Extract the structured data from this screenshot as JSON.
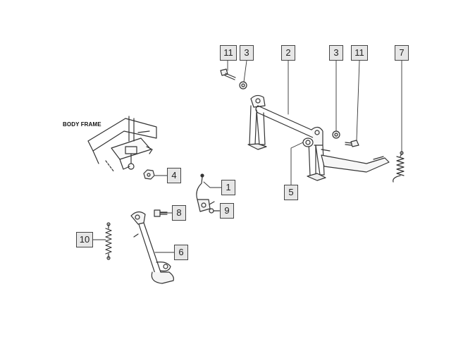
{
  "labels": {
    "body_frame": "BODY FRAME"
  },
  "callouts": {
    "c1": "1",
    "c2": "2",
    "c3a": "3",
    "c3b": "3",
    "c4": "4",
    "c5": "5",
    "c6": "6",
    "c7": "7",
    "c8": "8",
    "c9": "9",
    "c10": "10",
    "c11a": "11",
    "c11b": "11"
  },
  "parts": [
    {
      "callout": "1",
      "icon": "side-stand-switch-icon"
    },
    {
      "callout": "2",
      "icon": "main-stand-icon"
    },
    {
      "callout": "3",
      "icon": "washer-icon"
    },
    {
      "callout": "4",
      "icon": "nut-icon"
    },
    {
      "callout": "5",
      "icon": "stand-pivot-collar-icon"
    },
    {
      "callout": "6",
      "icon": "side-stand-icon"
    },
    {
      "callout": "7",
      "icon": "spring-icon"
    },
    {
      "callout": "8",
      "icon": "bolt-icon"
    },
    {
      "callout": "9",
      "icon": "screw-icon"
    },
    {
      "callout": "10",
      "icon": "spring-icon"
    },
    {
      "callout": "11",
      "icon": "bolt-icon"
    }
  ],
  "colors": {
    "line": "#333333",
    "callout_fill": "#e6e6e6",
    "callout_border": "#444444"
  }
}
